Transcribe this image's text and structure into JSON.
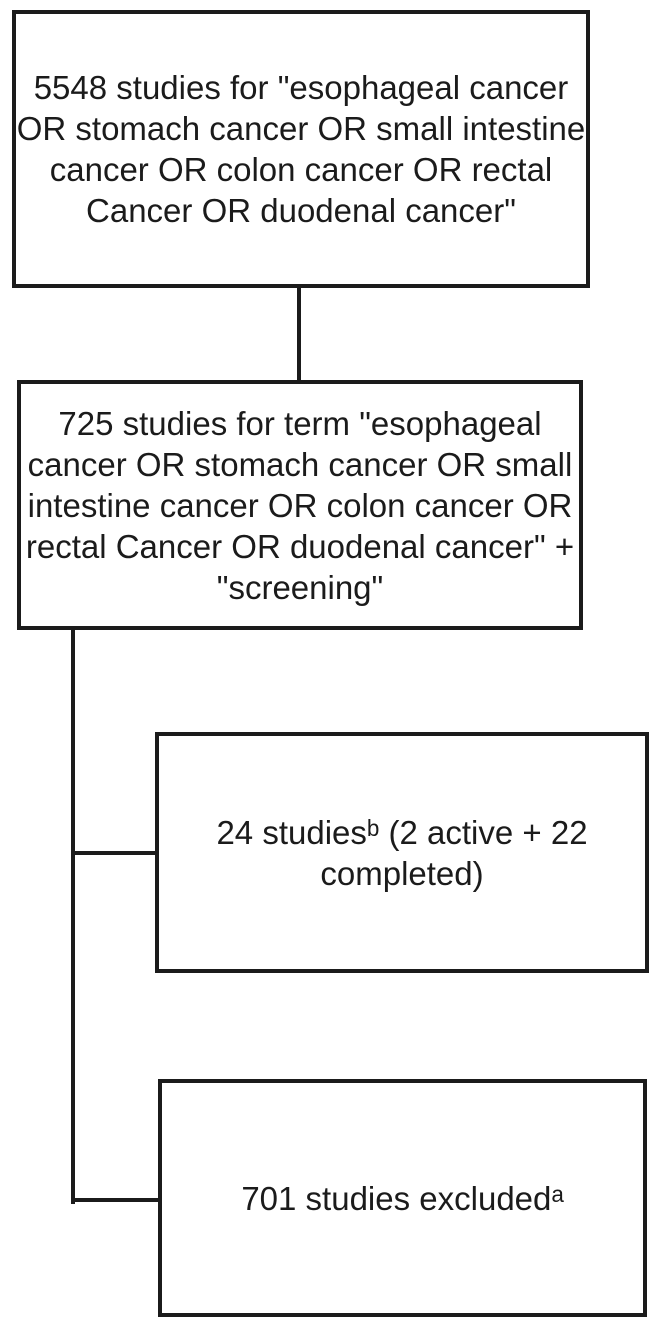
{
  "figure": {
    "type": "flowchart",
    "description": "Study selection flow diagram",
    "colors": {
      "background": "#ffffff",
      "line": "#1b1b1b",
      "text": "#1b1b1b"
    },
    "boxes": [
      {
        "id": "search-all-terms",
        "lines": [
          "5548 studies for \"esophageal cancer",
          "OR stomach cancer OR small intestine",
          "cancer OR colon cancer OR rectal",
          "Cancer OR duodenal cancer\""
        ]
      },
      {
        "id": "search-plus-screening",
        "lines": [
          "725 studies for term \"esophageal",
          "cancer OR stomach cancer OR small",
          "intestine cancer OR colon cancer OR",
          "rectal Cancer OR duodenal cancer\" +",
          "\"screening\""
        ]
      },
      {
        "id": "included-studies",
        "lines": [
          "24 studiesᵇ (2 active + 22",
          "completed)"
        ]
      },
      {
        "id": "excluded-studies",
        "lines": [
          "701 studies excludedᵃ"
        ]
      }
    ]
  }
}
